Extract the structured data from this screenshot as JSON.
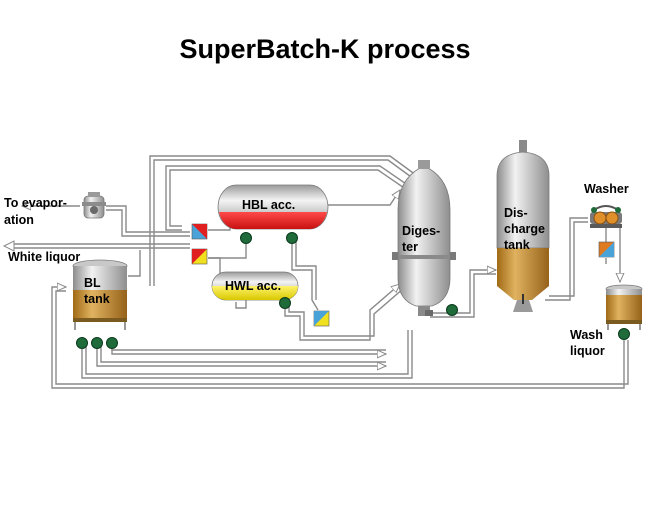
{
  "title": "SuperBatch-K process",
  "labels": {
    "to_evaporation": [
      "To evapor-",
      "ation"
    ],
    "white_liquor": "White liquor",
    "bl_tank": [
      "BL",
      "tank"
    ],
    "hbl_acc": "HBL acc.",
    "hwl_acc": "HWL acc.",
    "digester": [
      "Diges-",
      "ter"
    ],
    "discharge_tank": [
      "Dis-",
      "charge",
      "tank"
    ],
    "washer": "Washer",
    "wash_liquor": [
      "Wash",
      "liquor"
    ]
  },
  "colors": {
    "vessel_gray": "#b8b8b8",
    "black_liquor": "#c28e2c",
    "hot_black_liquor": "#e02020",
    "hot_white_liquor": "#f0e020",
    "pump_green": "#1f6b3a",
    "heat_exchanger_blue": "#4aa3d8",
    "heat_exchanger_red": "#e02020",
    "heat_exchanger_yellow": "#f0e020",
    "heat_exchanger_orange": "#e07a20"
  }
}
